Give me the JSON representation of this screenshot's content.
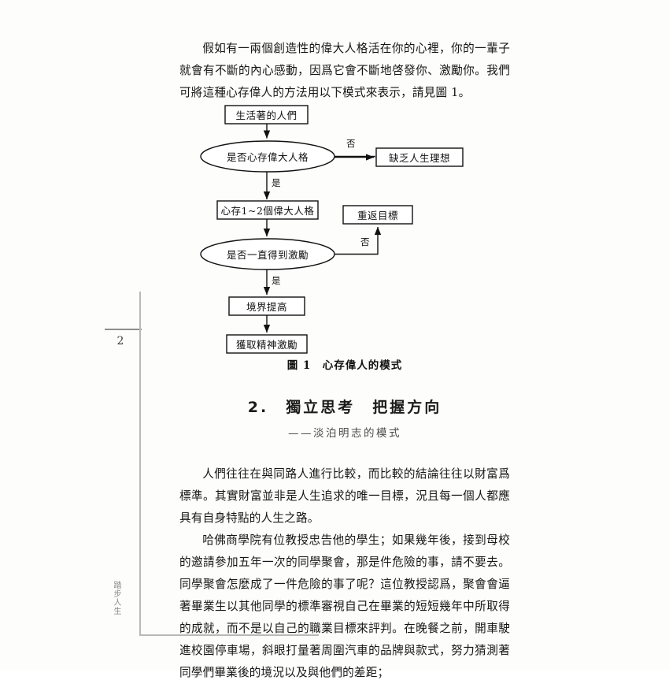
{
  "page": {
    "number": "2",
    "running_head_vertical": "踏步人生"
  },
  "paragraphs": {
    "intro": "假如有一兩個創造性的偉大人格活在你的心裡，你的一輩子就會有不斷的內心感動，因爲它會不斷地啓發你、激勵你。我們可將這種心存偉人的方法用以下模式來表示，請見圖 1。",
    "compare": "人們往往在與同路人進行比較，而比較的結論往往以財富爲標準。其實財富並非是人生追求的唯一目標，況且每一個人都應具有自身特點的人生之路。",
    "harvard": "哈佛商學院有位教授忠告他的學生；如果幾年後，接到母校的邀請參加五年一次的同學聚會，那是件危險的事，請不要去。同學聚會怎麼成了一件危險的事了呢？這位教授認爲，聚會會逼著畢業生以其他同學的標準審視自己在畢業的短短幾年中所取得的成就，而不是以自己的職業目標來評判。在晚餐之前，開車駛進校園停車場，斜眼打量著周圍汽車的品牌與款式，努力猜測著同學們畢業後的境況以及與他們的差距；"
  },
  "figure": {
    "caption": "圖 1　心存偉人的模式",
    "nodes": {
      "start": "生活著的人們",
      "decision1": "是否心存偉大人格",
      "no_result1": "缺乏人生理想",
      "process1": "心存1~2個偉大人格",
      "decision2": "是否一直得到激勵",
      "no_result2": "重返目標",
      "process2": "境界提高",
      "end": "獲取精神激勵"
    },
    "edges": {
      "yes1": "是",
      "no1": "否",
      "yes2": "是",
      "no2": "否"
    },
    "colors": {
      "stroke": "#111111",
      "fill": "#ffffff"
    }
  },
  "section": {
    "heading": "2.　獨立思考　把握方向",
    "subheading": "——淡泊明志的模式"
  }
}
